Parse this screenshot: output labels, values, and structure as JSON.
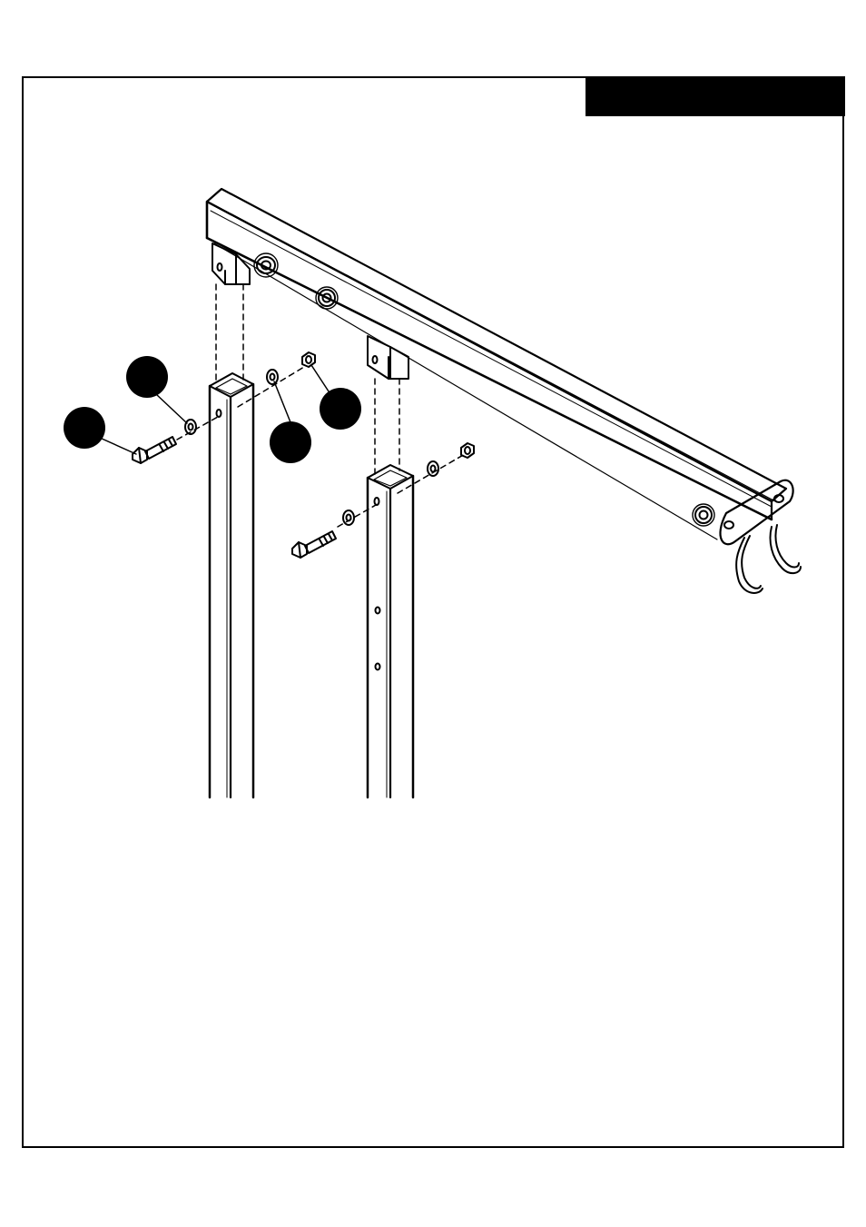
{
  "header": {
    "step_title": ""
  },
  "callouts": [
    {
      "id": "bolt",
      "label": ""
    },
    {
      "id": "washer-bolt-side",
      "label": ""
    },
    {
      "id": "washer-nut-side",
      "label": ""
    },
    {
      "id": "nut",
      "label": ""
    }
  ],
  "colors": {
    "line": "#000000",
    "background": "#ffffff",
    "callout_fill": "#000000"
  }
}
